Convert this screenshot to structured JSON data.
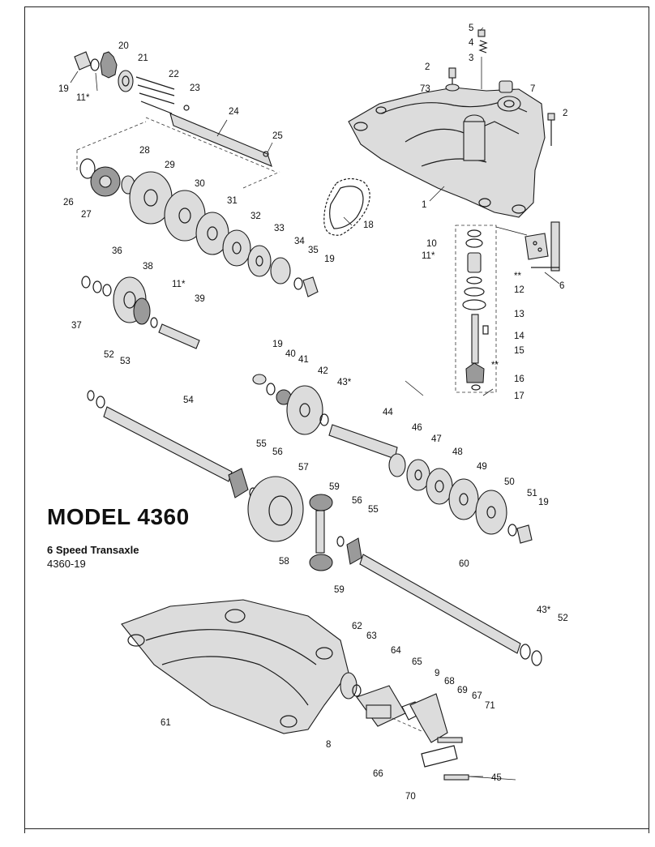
{
  "title": "MODEL 4360",
  "subtitle": "6 Speed Transaxle",
  "code": "4360-19",
  "callouts": [
    {
      "id": "c5",
      "label": "5"
    },
    {
      "id": "c4",
      "label": "4"
    },
    {
      "id": "c3",
      "label": "3"
    },
    {
      "id": "c2a",
      "label": "2"
    },
    {
      "id": "c73",
      "label": "73"
    },
    {
      "id": "c7",
      "label": "7"
    },
    {
      "id": "c2b",
      "label": "2"
    },
    {
      "id": "c1",
      "label": "1"
    },
    {
      "id": "c20",
      "label": "20"
    },
    {
      "id": "c21",
      "label": "21"
    },
    {
      "id": "c19a",
      "label": "19"
    },
    {
      "id": "c11a",
      "label": "11*"
    },
    {
      "id": "c22",
      "label": "22"
    },
    {
      "id": "c23",
      "label": "23"
    },
    {
      "id": "c24",
      "label": "24"
    },
    {
      "id": "c25",
      "label": "25"
    },
    {
      "id": "c28",
      "label": "28"
    },
    {
      "id": "c29",
      "label": "29"
    },
    {
      "id": "c26",
      "label": "26"
    },
    {
      "id": "c27",
      "label": "27"
    },
    {
      "id": "c30",
      "label": "30"
    },
    {
      "id": "c31",
      "label": "31"
    },
    {
      "id": "c32",
      "label": "32"
    },
    {
      "id": "c33",
      "label": "33"
    },
    {
      "id": "c34",
      "label": "34"
    },
    {
      "id": "c35",
      "label": "35"
    },
    {
      "id": "c19b",
      "label": "19"
    },
    {
      "id": "c18",
      "label": "18"
    },
    {
      "id": "c10",
      "label": "10"
    },
    {
      "id": "c11b",
      "label": "11*"
    },
    {
      "id": "cstar1",
      "label": "**"
    },
    {
      "id": "c6",
      "label": "6"
    },
    {
      "id": "c12",
      "label": "12"
    },
    {
      "id": "c13",
      "label": "13"
    },
    {
      "id": "c14",
      "label": "14"
    },
    {
      "id": "c15",
      "label": "15"
    },
    {
      "id": "cstar2",
      "label": "**"
    },
    {
      "id": "c16",
      "label": "16"
    },
    {
      "id": "c17",
      "label": "17"
    },
    {
      "id": "c36",
      "label": "36"
    },
    {
      "id": "c38",
      "label": "38"
    },
    {
      "id": "c11c",
      "label": "11*"
    },
    {
      "id": "c39",
      "label": "39"
    },
    {
      "id": "c37",
      "label": "37"
    },
    {
      "id": "c52a",
      "label": "52"
    },
    {
      "id": "c53",
      "label": "53"
    },
    {
      "id": "c19c",
      "label": "19"
    },
    {
      "id": "c40",
      "label": "40"
    },
    {
      "id": "c41",
      "label": "41"
    },
    {
      "id": "c42",
      "label": "42"
    },
    {
      "id": "c43a",
      "label": "43*"
    },
    {
      "id": "c54",
      "label": "54"
    },
    {
      "id": "c44",
      "label": "44"
    },
    {
      "id": "c46",
      "label": "46"
    },
    {
      "id": "c47",
      "label": "47"
    },
    {
      "id": "c48",
      "label": "48"
    },
    {
      "id": "c49",
      "label": "49"
    },
    {
      "id": "c50",
      "label": "50"
    },
    {
      "id": "c51",
      "label": "51"
    },
    {
      "id": "c19d",
      "label": "19"
    },
    {
      "id": "c55a",
      "label": "55"
    },
    {
      "id": "c56a",
      "label": "56"
    },
    {
      "id": "c57",
      "label": "57"
    },
    {
      "id": "c59a",
      "label": "59"
    },
    {
      "id": "c56b",
      "label": "56"
    },
    {
      "id": "c55b",
      "label": "55"
    },
    {
      "id": "c58",
      "label": "58"
    },
    {
      "id": "c59b",
      "label": "59"
    },
    {
      "id": "c60",
      "label": "60"
    },
    {
      "id": "c43b",
      "label": "43*"
    },
    {
      "id": "c52b",
      "label": "52"
    },
    {
      "id": "c62",
      "label": "62"
    },
    {
      "id": "c63",
      "label": "63"
    },
    {
      "id": "c64",
      "label": "64"
    },
    {
      "id": "c65",
      "label": "65"
    },
    {
      "id": "c9",
      "label": "9"
    },
    {
      "id": "c68",
      "label": "68"
    },
    {
      "id": "c69",
      "label": "69"
    },
    {
      "id": "c67",
      "label": "67"
    },
    {
      "id": "c71",
      "label": "71"
    },
    {
      "id": "c61",
      "label": "61"
    },
    {
      "id": "c8",
      "label": "8"
    },
    {
      "id": "c66",
      "label": "66"
    },
    {
      "id": "c70",
      "label": "70"
    },
    {
      "id": "c45",
      "label": "45"
    }
  ]
}
